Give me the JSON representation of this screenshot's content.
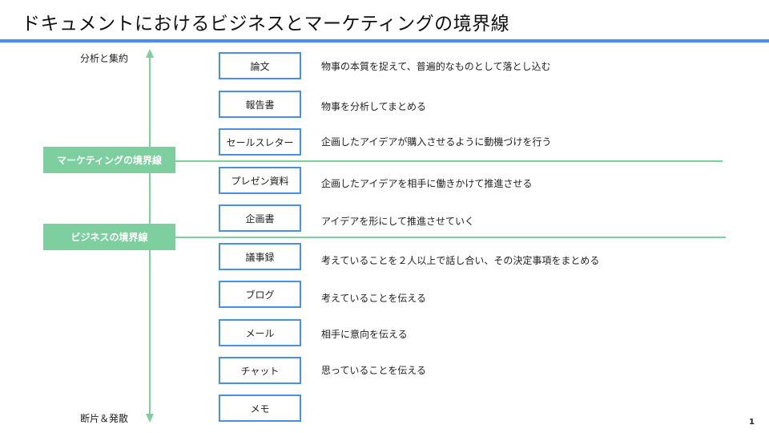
{
  "title": "ドキュメントにおけるビジネスとマーケティングの境界線",
  "axis": {
    "top_label": "分析と集約",
    "bottom_label": "断片＆発散"
  },
  "boundaries": {
    "marketing": "マーケティングの境界線",
    "business": "ビジネスの境界線"
  },
  "documents": [
    {
      "name": "論文",
      "description": "物事の本質を捉えて、普遍的なものとして落とし込む"
    },
    {
      "name": "報告書",
      "description": "物事を分析してまとめる"
    },
    {
      "name": "セールスレター",
      "description": "企画したアイデアが購入させるように動機づけを行う"
    },
    {
      "name": "プレゼン資料",
      "description": "企画したアイデアを相手に働きかけて推進させる"
    },
    {
      "name": "企画書",
      "description": "アイデアを形にして推進させていく"
    },
    {
      "name": "議事録",
      "description": "考えていることを２人以上で話し合い、その決定事項をまとめる"
    },
    {
      "name": "ブログ",
      "description": "考えていることを伝える"
    },
    {
      "name": "メール",
      "description": "相手に意向を伝える"
    },
    {
      "name": "チャット",
      "description": "思っていることを伝える"
    },
    {
      "name": "メモ",
      "description": ""
    }
  ],
  "page_number": "1",
  "colors": {
    "accent_blue": "#4a90e2",
    "boundary_green": "#7ecfa0"
  }
}
